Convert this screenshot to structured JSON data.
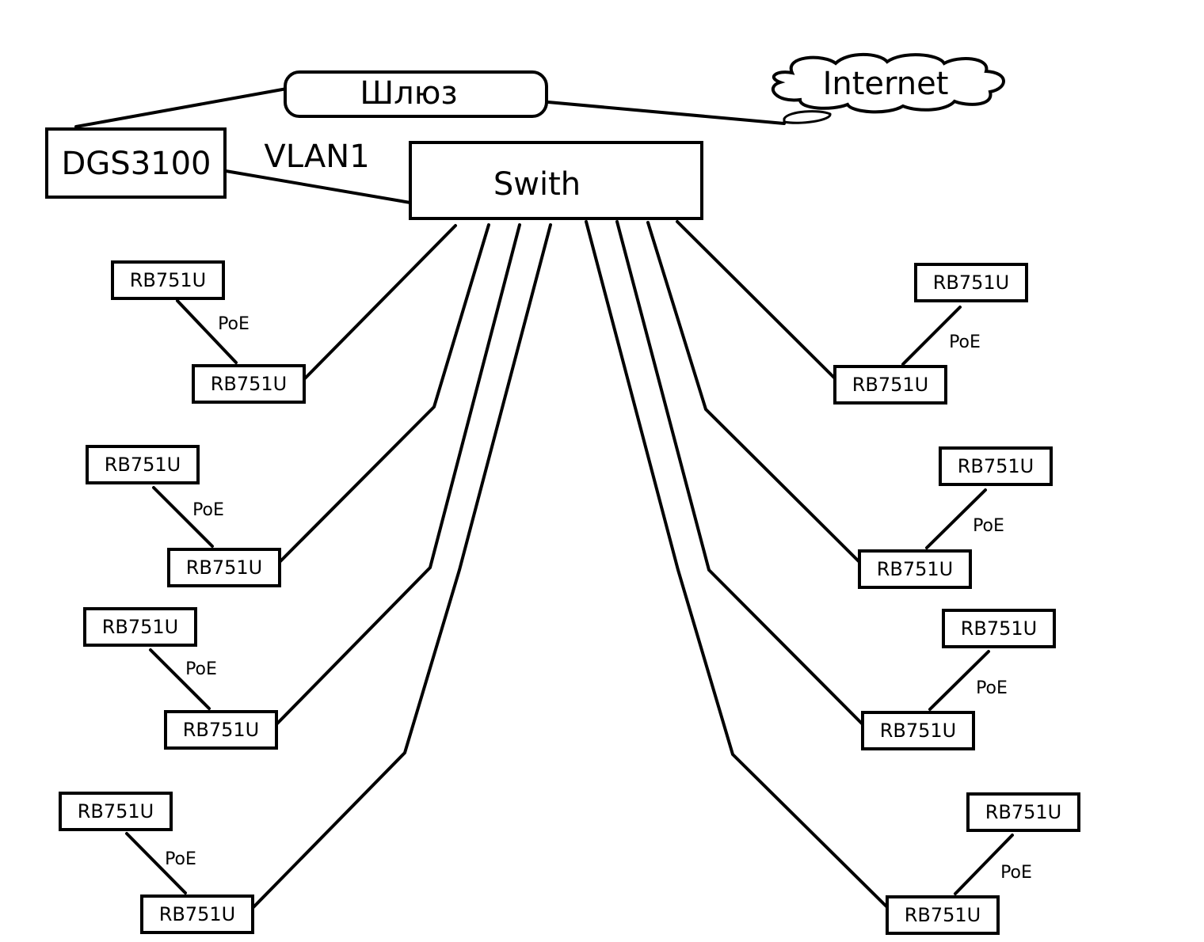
{
  "nodes": {
    "gateway": {
      "label": "Шлюз"
    },
    "internet": {
      "label": "Internet"
    },
    "core_switch": {
      "label": "DGS3100"
    },
    "switch": {
      "label": "Swith"
    },
    "vlan_label": "VLAN1"
  },
  "links": {
    "poe_label": "PoE"
  },
  "device_pairs": [
    {
      "side": "left",
      "upper": "RB751U",
      "lower": "RB751U",
      "link": "PoE"
    },
    {
      "side": "left",
      "upper": "RB751U",
      "lower": "RB751U",
      "link": "PoE"
    },
    {
      "side": "left",
      "upper": "RB751U",
      "lower": "RB751U",
      "link": "PoE"
    },
    {
      "side": "left",
      "upper": "RB751U",
      "lower": "RB751U",
      "link": "PoE"
    },
    {
      "side": "right",
      "upper": "RB751U",
      "lower": "RB751U",
      "link": "PoE"
    },
    {
      "side": "right",
      "upper": "RB751U",
      "lower": "RB751U",
      "link": "PoE"
    },
    {
      "side": "right",
      "upper": "RB751U",
      "lower": "RB751U",
      "link": "PoE"
    },
    {
      "side": "right",
      "upper": "RB751U",
      "lower": "RB751U",
      "link": "PoE"
    }
  ]
}
